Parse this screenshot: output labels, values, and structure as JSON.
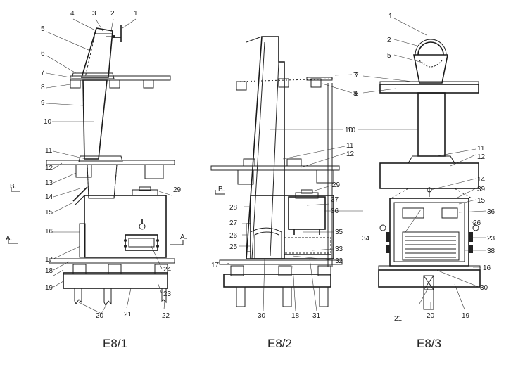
{
  "figures": [
    {
      "caption": "E8/1"
    },
    {
      "caption": "E8/2"
    },
    {
      "caption": "E8/3"
    }
  ],
  "section_marks": [
    "A.",
    "A.",
    "B.",
    "B."
  ],
  "callouts_e8_1": [
    "1",
    "2",
    "3",
    "4",
    "5",
    "6",
    "7",
    "8",
    "9",
    "10",
    "11",
    "12",
    "13",
    "14",
    "15",
    "16",
    "17",
    "18",
    "19",
    "20",
    "21",
    "22",
    "23",
    "24",
    "29"
  ],
  "callouts_e8_2": [
    "7",
    "8",
    "10",
    "11",
    "12",
    "17",
    "25",
    "26",
    "27",
    "28",
    "29",
    "30",
    "18",
    "31",
    "32",
    "33",
    "34",
    "35",
    "36",
    "37"
  ],
  "callouts_e8_3": [
    "1",
    "2",
    "5",
    "7",
    "8",
    "10",
    "11",
    "12",
    "14",
    "39",
    "15",
    "36",
    "26",
    "23",
    "38",
    "16",
    "30",
    "19",
    "20",
    "21"
  ],
  "colors": {
    "ink": "#222222",
    "paper": "#ffffff",
    "brick_fill": "#f7f7f7"
  }
}
